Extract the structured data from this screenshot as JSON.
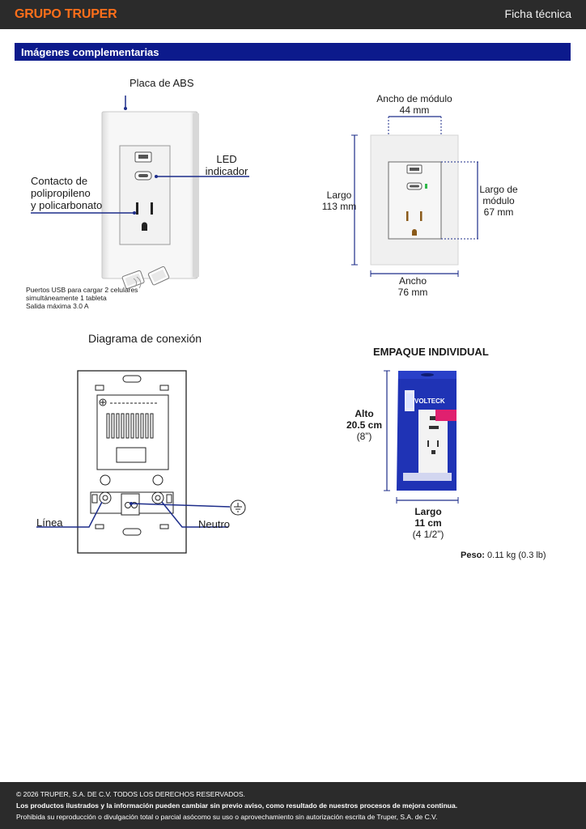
{
  "header": {
    "logo": "GRUPO TRUPER",
    "doc_type": "Ficha técnica"
  },
  "section": {
    "title": "Imágenes complementarias"
  },
  "product_image": {
    "label_plate": "Placa de ABS",
    "label_led_1": "LED",
    "label_led_2": "indicador",
    "label_contact_1": "Contacto de",
    "label_contact_2": "polipropileno",
    "label_contact_3": "y policarbonato",
    "usb_note_1": "Puertos USB para cargar 2 celulares",
    "usb_note_2": "simultáneamente 1 tableta",
    "usb_output": "Salida máxima 3.0 A"
  },
  "dimensions": {
    "module_width_label": "Ancho de módulo",
    "module_width_value": "44 mm",
    "length_label": "Largo",
    "length_value": "113 mm",
    "module_length_label_1": "Largo de",
    "module_length_label_2": "módulo",
    "module_length_value": "67 mm",
    "width_label": "Ancho",
    "width_value": "76 mm"
  },
  "wiring": {
    "title": "Diagrama de conexión",
    "line_label": "Línea",
    "neutral_label": "Neutro"
  },
  "package": {
    "title": "EMPAQUE INDIVIDUAL",
    "brand": "VOLTECK",
    "height_label": "Alto",
    "height_value": "20.5 cm",
    "height_inches": "(8”)",
    "length_label": "Largo",
    "length_value": "11 cm",
    "length_inches": "(4 1/2”)",
    "weight_label": "Peso:",
    "weight_value": "0.11 kg (0.3 lb)"
  },
  "footer": {
    "copyright": "© 2026 TRUPER, S.A. DE C.V. TODOS LOS DERECHOS RESERVADOS.",
    "notice": "Los productos ilustrados y la información pueden cambiar sin previo aviso, como resultado de nuestros procesos de mejora continua.",
    "prohibition": "Prohibida su reproducción o divulgación total o parcial asócomo su uso o aprovechamiento sin autorización escrita de Truper, S.A. de C.V."
  },
  "colors": {
    "brand_orange": "#ff6f1a",
    "section_blue": "#0c1a8c",
    "line_blue": "#1d2d8a",
    "package_blue": "#1f33b5",
    "led_green": "#2fb84a"
  }
}
